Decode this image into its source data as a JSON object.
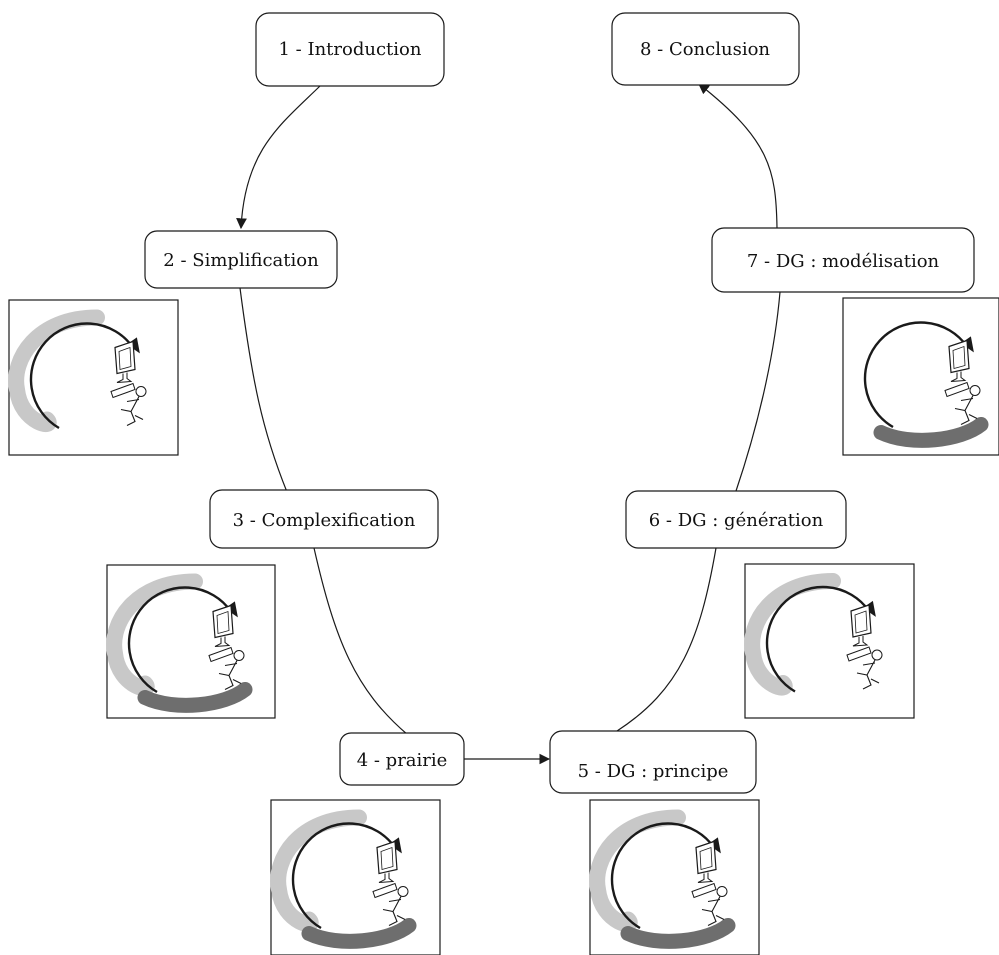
{
  "nodes": [
    {
      "id": "n1",
      "label": "1 - Introduction"
    },
    {
      "id": "n2",
      "label": "2 - Simplification"
    },
    {
      "id": "n3",
      "label": "3 - Complexification"
    },
    {
      "id": "n4",
      "label": "4 - prairie"
    },
    {
      "id": "n5",
      "label": "5 - DG : principe"
    },
    {
      "id": "n6",
      "label": "6 - DG : génération"
    },
    {
      "id": "n7",
      "label": "7 - DG : modélisation"
    },
    {
      "id": "n8",
      "label": "8 - Conclusion"
    }
  ],
  "edges": [
    {
      "from": "n1",
      "to": "n2",
      "arrow": true
    },
    {
      "from": "n2",
      "to": "n3",
      "arrow": false
    },
    {
      "from": "n3",
      "to": "n4",
      "arrow": false
    },
    {
      "from": "n4",
      "to": "n5",
      "arrow": true
    },
    {
      "from": "n5",
      "to": "n6",
      "arrow": false
    },
    {
      "from": "n6",
      "to": "n7",
      "arrow": false
    },
    {
      "from": "n7",
      "to": "n8",
      "arrow": true
    }
  ],
  "cycle_icons": [
    {
      "id": "i2",
      "node": "n2",
      "highlight": "left-arc"
    },
    {
      "id": "i3",
      "node": "n3",
      "highlight": "left-arc-and-bottom"
    },
    {
      "id": "i4",
      "node": "n4",
      "highlight": "left-arc-and-bottom"
    },
    {
      "id": "i5",
      "node": "n5",
      "highlight": "left-arc-and-bottom"
    },
    {
      "id": "i6",
      "node": "n6",
      "highlight": "left-arc"
    },
    {
      "id": "i7",
      "node": "n7",
      "highlight": "bottom"
    }
  ],
  "colors": {
    "line": "#1a1a1a",
    "light_highlight": "#c8c8c8",
    "dark_highlight": "#6e6e6e",
    "box_fill": "#ffffff"
  }
}
